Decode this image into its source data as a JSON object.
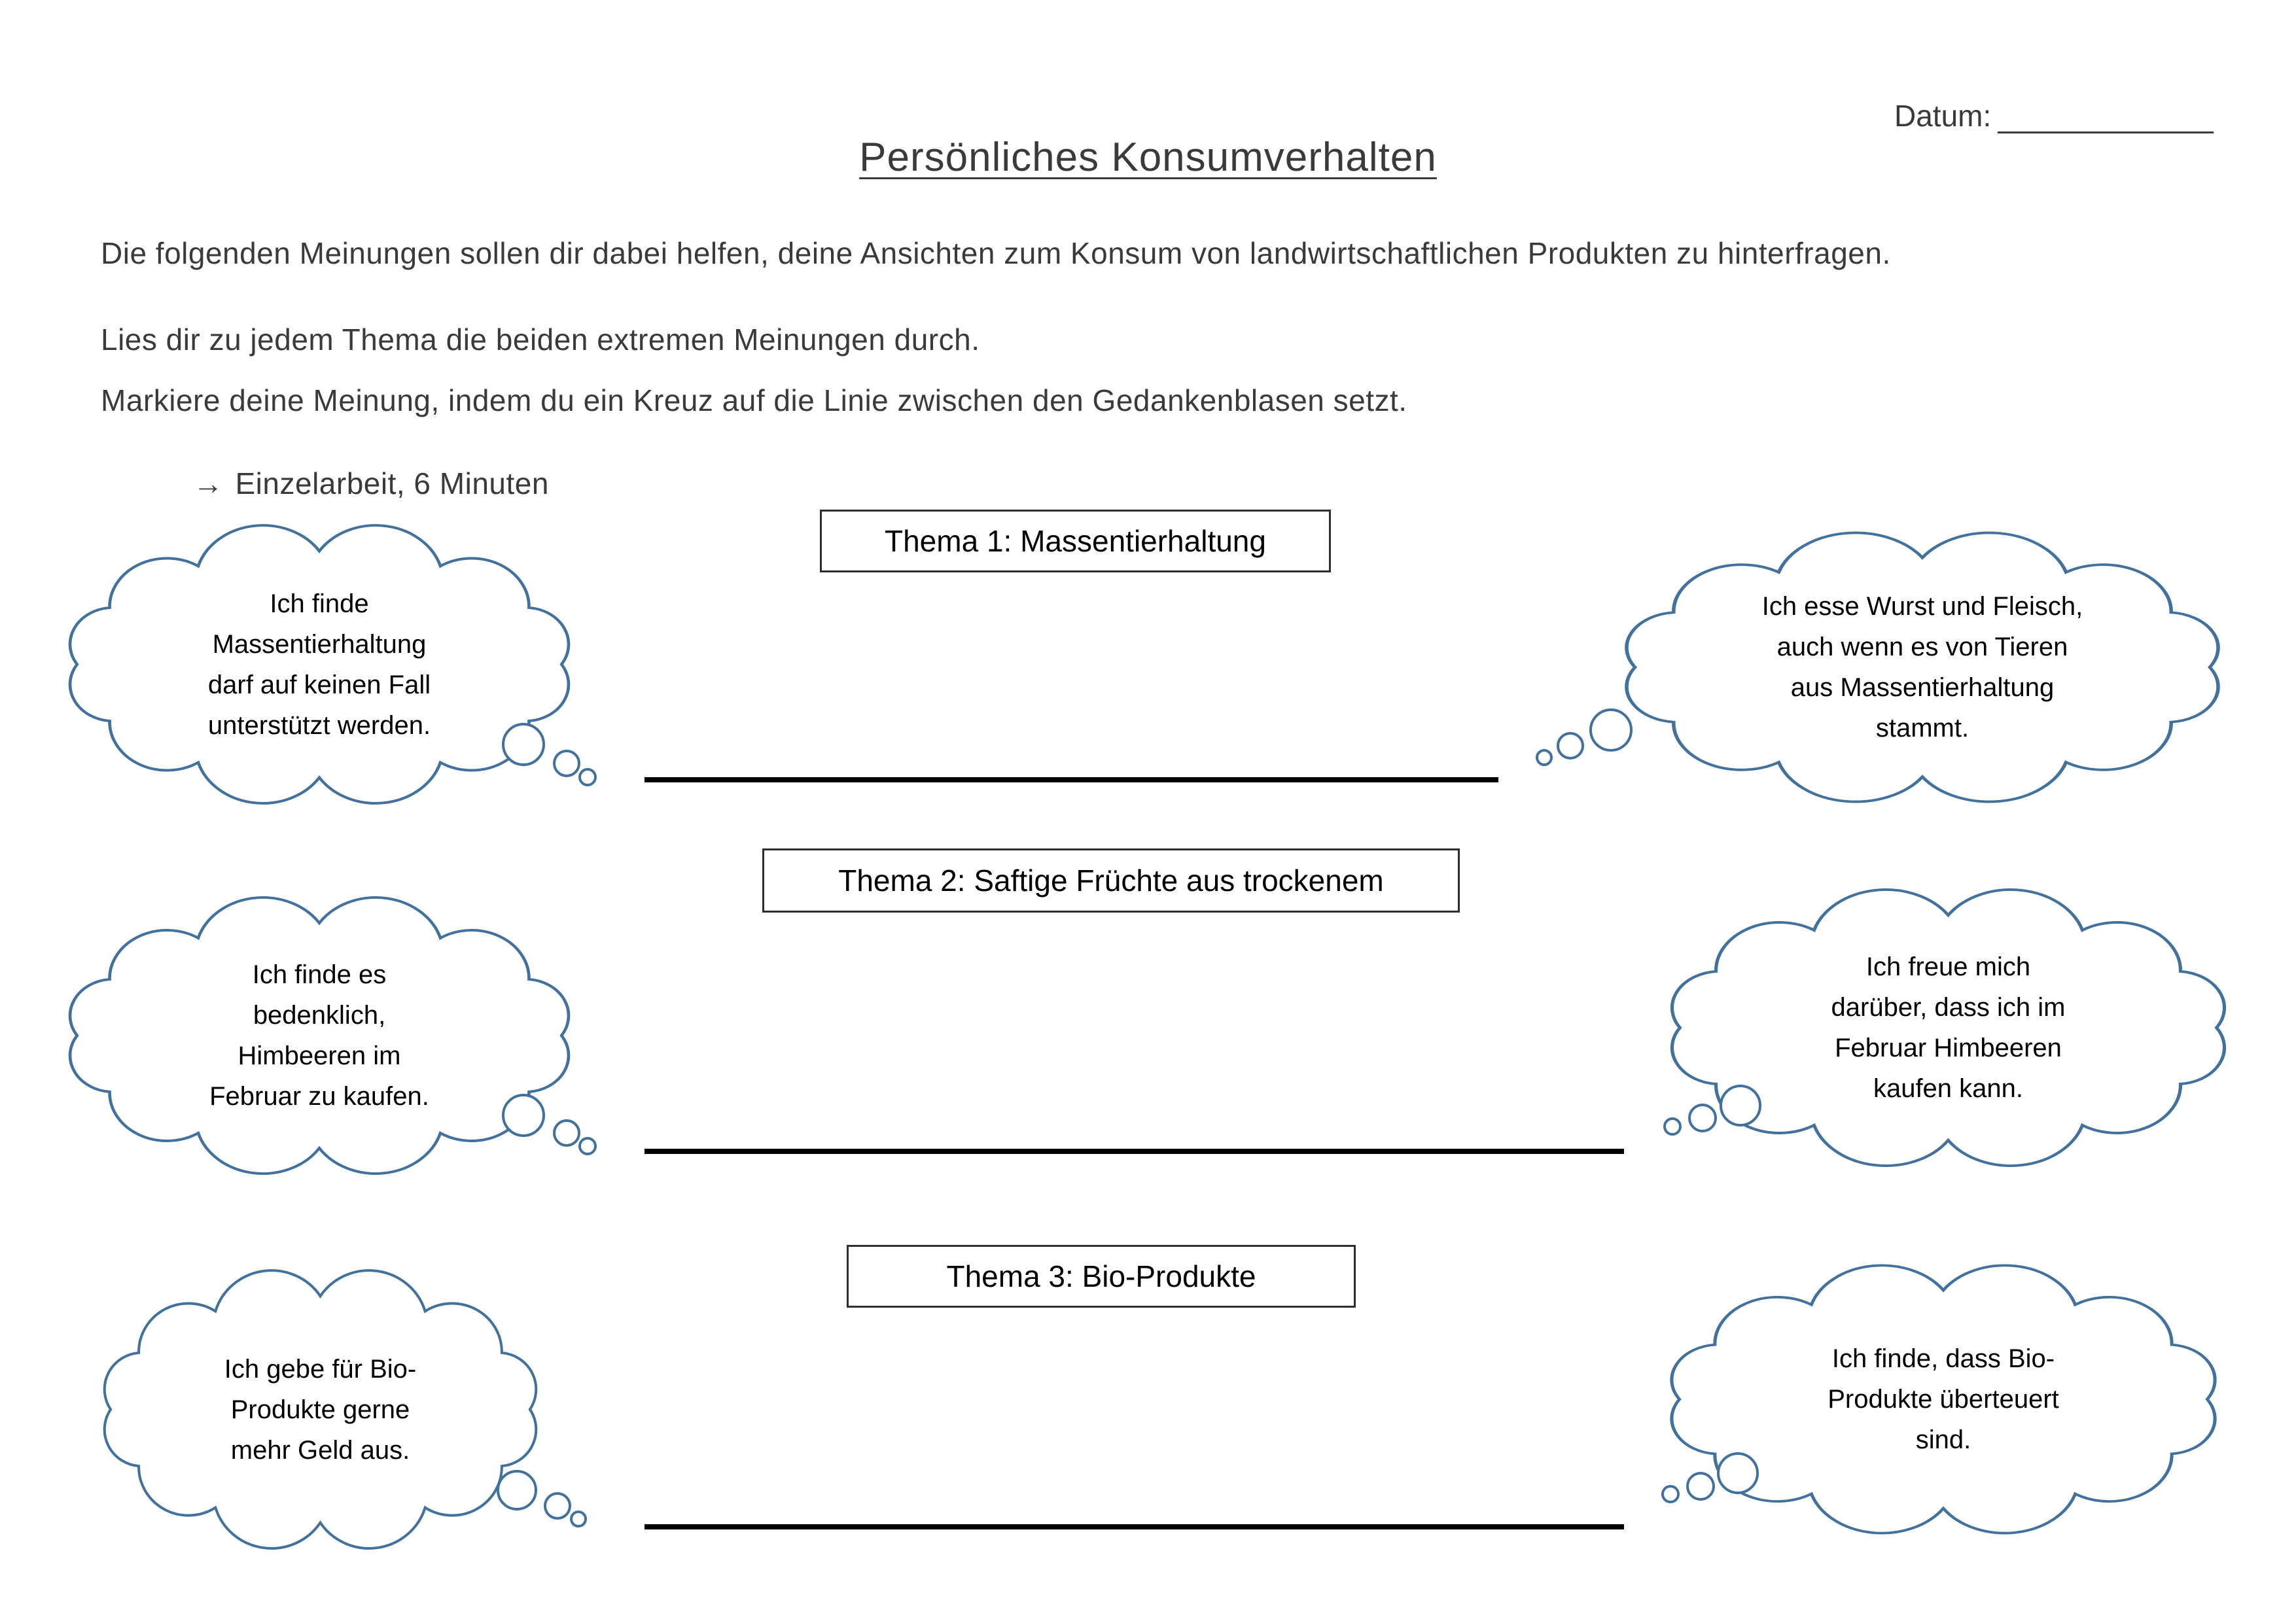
{
  "page": {
    "datum_label": "Datum:",
    "title": "Persönliches Konsumverhalten",
    "intro": "Die folgenden Meinungen sollen dir dabei helfen, deine Ansichten zum Konsum von landwirtschaftlichen Produkten zu hinterfragen.",
    "instruction1": "Lies dir zu jedem Thema die beiden extremen Meinungen durch.",
    "instruction2": "Markiere deine Meinung, indem du ein Kreuz auf die Linie zwischen den Gedankenblasen setzt.",
    "arrow": "→",
    "task_note": "Einzelarbeit, 6 Minuten"
  },
  "themes": [
    {
      "box_label": "Thema 1: Massentierhaltung",
      "left_bubble": "Ich finde\nMassentierhaltung\ndarf auf keinen Fall\nunterstützt werden.",
      "right_bubble": "Ich esse Wurst und Fleisch,\nauch wenn es von Tieren\naus Massentierhaltung\nstammt."
    },
    {
      "box_label": "Thema 2: Saftige Früchte aus trockenem",
      "left_bubble": "Ich finde es\nbedenklich,\nHimbeeren im\nFebruar zu kaufen.",
      "right_bubble": "Ich freue mich\ndarüber, dass ich im\nFebruar Himbeeren\nkaufen kann."
    },
    {
      "box_label": "Thema 3: Bio-Produkte",
      "left_bubble": "Ich gebe für Bio-\nProdukte gerne\nmehr Geld aus.",
      "right_bubble": "Ich finde, dass Bio-\nProdukte überteuert\nsind."
    }
  ],
  "colors": {
    "bubble_outline": "#41719C",
    "line": "#000000",
    "text": "#3a3a3a"
  }
}
